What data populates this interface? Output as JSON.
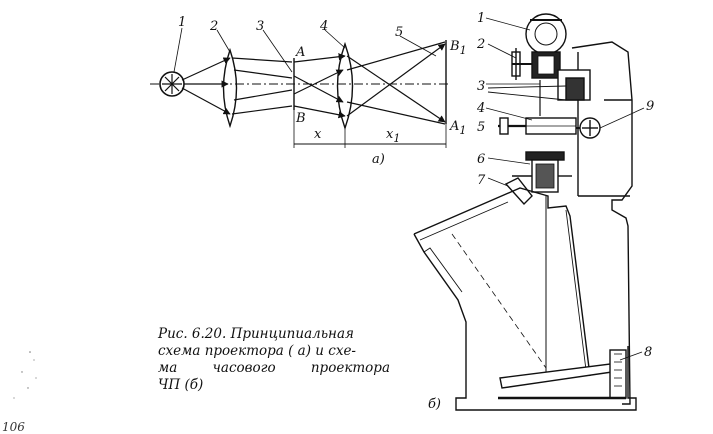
{
  "diagram_a": {
    "labels": [
      "1",
      "2",
      "3",
      "4",
      "5"
    ],
    "points": {
      "A": "A",
      "B": "B",
      "A1": "A",
      "A1_sub": "1",
      "B1": "B",
      "B1_sub": "1"
    },
    "dims": {
      "x": "x",
      "x1": "x",
      "x1_sub": "1"
    },
    "part_label": "а)"
  },
  "diagram_b": {
    "labels": [
      "1",
      "2",
      "3",
      "4",
      "5",
      "6",
      "7",
      "9",
      "8"
    ],
    "part_label": "б)"
  },
  "caption": {
    "lines": [
      "Рис. 6.20. Принципиальная",
      "схема проектора ( а) и схе-",
      "ма часового проектора",
      "ЧП (б)"
    ]
  },
  "page_number": "106"
}
